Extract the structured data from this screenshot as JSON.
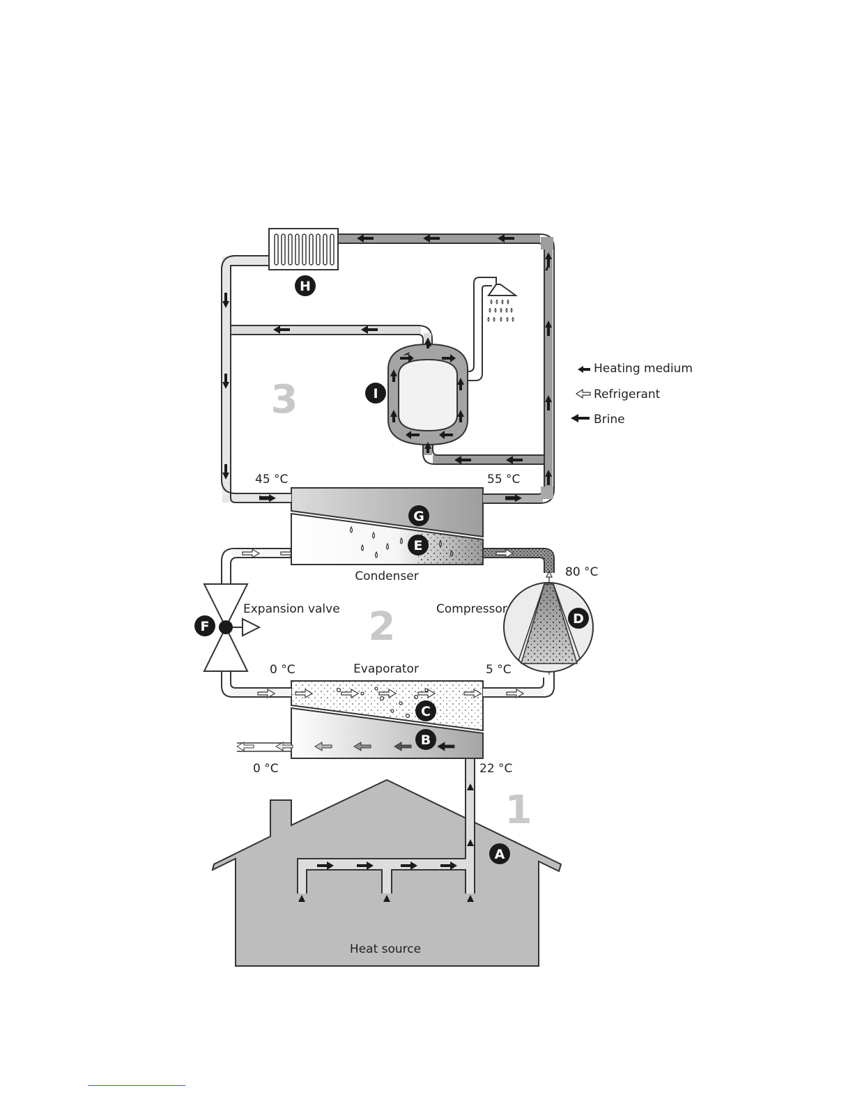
{
  "sections": [
    "1",
    "2",
    "3"
  ],
  "components": {
    "condenser": "Condenser",
    "evaporator": "Evaporator",
    "compressor": "Compressor",
    "expansion_valve": "Expansion valve",
    "heat_source": "Heat source"
  },
  "temperatures": {
    "heating_return": "45 °C",
    "heating_supply": "55 °C",
    "compressor_out": "80 °C",
    "evaporator_in": "0 °C",
    "evaporator_out": "5 °C",
    "brine_out": "0 °C",
    "brine_in": "22 °C"
  },
  "legend": {
    "heating_medium": "Heating medium",
    "refrigerant": "Refrigerant",
    "brine": "Brine"
  },
  "badges": [
    "A",
    "B",
    "C",
    "D",
    "E",
    "F",
    "G",
    "H",
    "I"
  ],
  "colors": {
    "pipe_heating": "#a9a9a9",
    "pipe_light": "#e6e6e6",
    "house": "#bdbdbd",
    "badge": "#1a1a1a",
    "section_number": "#c8c8c8",
    "footer_rule": "#3355cc"
  }
}
